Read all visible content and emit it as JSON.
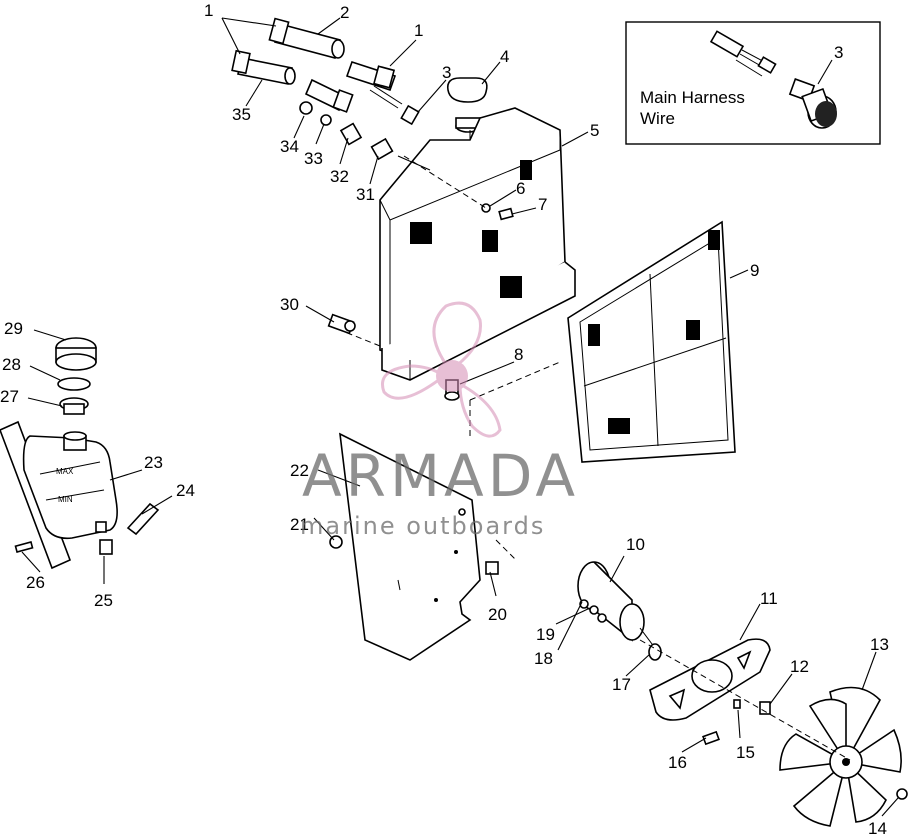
{
  "inset": {
    "label_line1": "Main Harness",
    "label_line2": "Wire",
    "part_number": "3"
  },
  "callouts": {
    "c1a": "1",
    "c1b": "1",
    "c2": "2",
    "c3": "3",
    "c4": "4",
    "c5": "5",
    "c6": "6",
    "c7": "7",
    "c8": "8",
    "c9": "9",
    "c10": "10",
    "c11": "11",
    "c12": "12",
    "c13": "13",
    "c14": "14",
    "c15": "15",
    "c16": "16",
    "c17": "17",
    "c18": "18",
    "c19": "19",
    "c20": "20",
    "c21": "21",
    "c22": "22",
    "c23": "23",
    "c24": "24",
    "c25": "25",
    "c26": "26",
    "c27": "27",
    "c28": "28",
    "c29": "29",
    "c30": "30",
    "c31": "31",
    "c32": "32",
    "c33": "33",
    "c34": "34",
    "c35": "35"
  },
  "tank": {
    "max_label": "MAX",
    "min_label": "MIN"
  },
  "watermark": {
    "brand": "ARMADA",
    "tagline": "marine outboards",
    "color": "#d48bb4"
  }
}
